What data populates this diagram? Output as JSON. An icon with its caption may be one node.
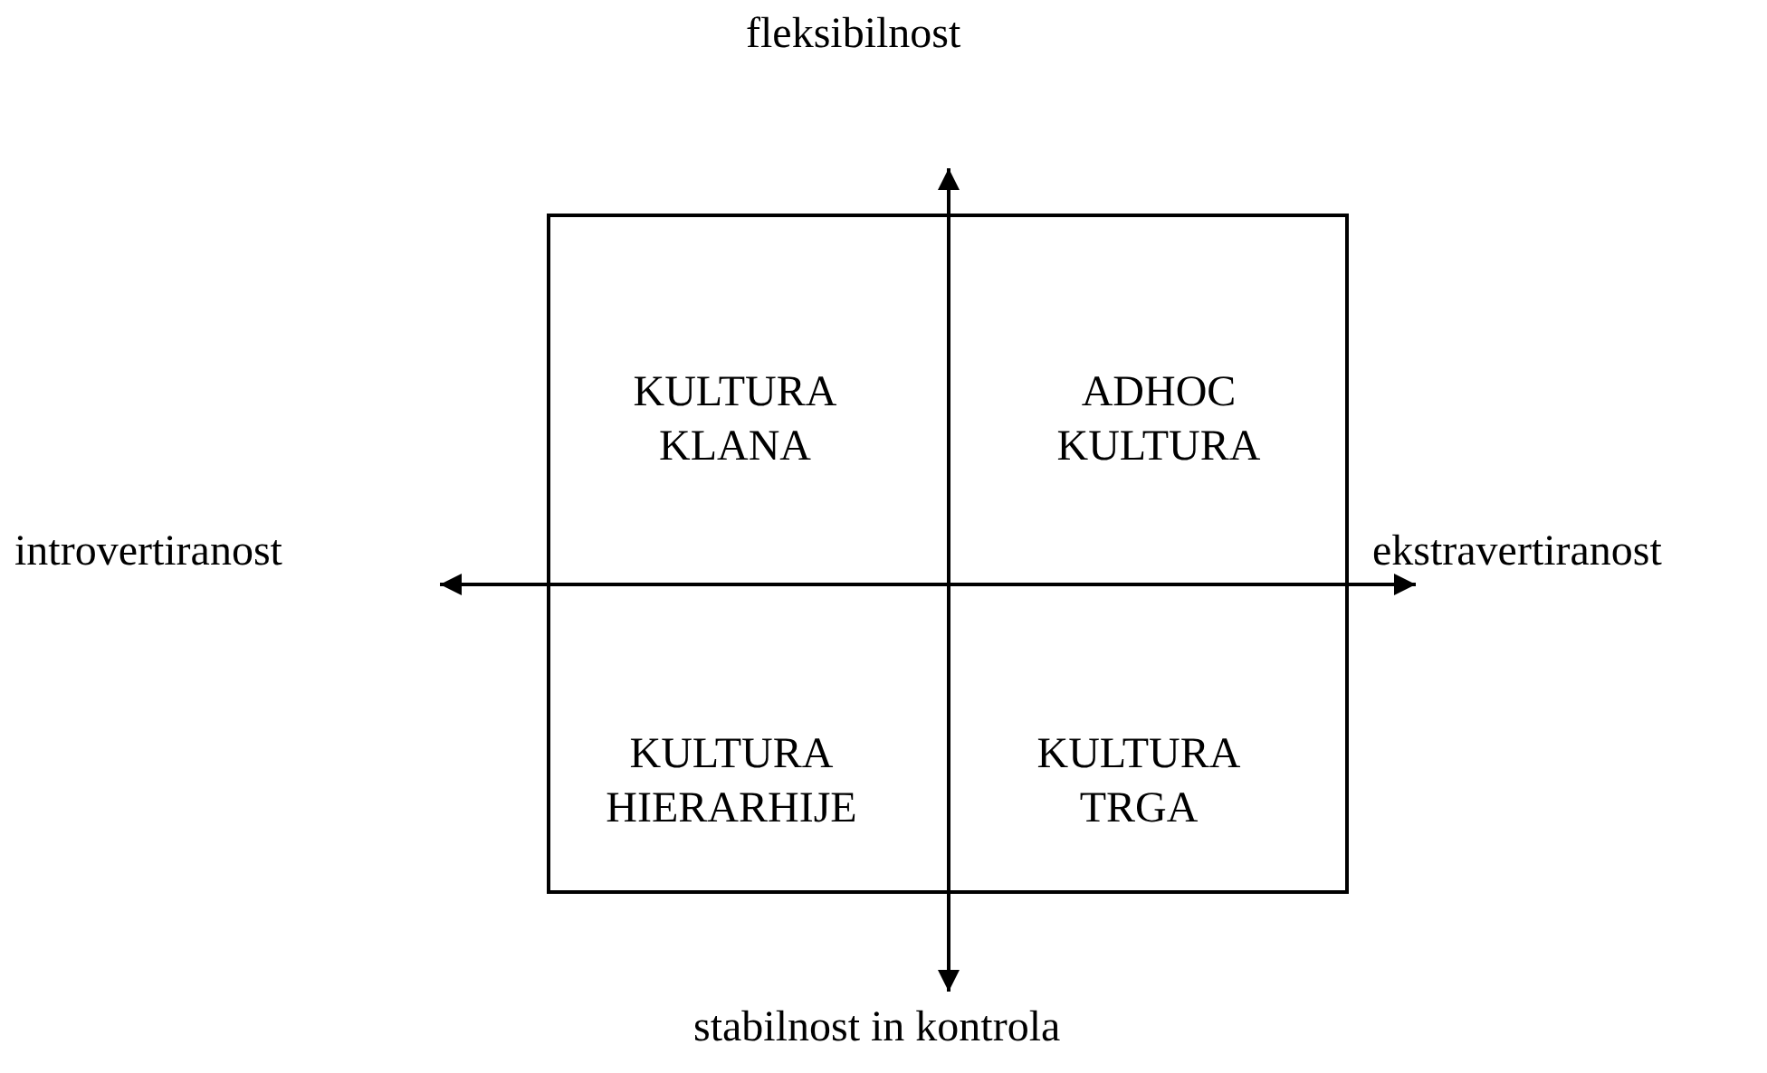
{
  "diagram": {
    "nodes": [
      {
        "text": [],
        "shape": "box"
      },
      {
        "text": [
          "KULTURA KLANA"
        ],
        "in": 0
      },
      {
        "text": [
          "ADHOC KULTURA"
        ],
        "in": 0
      },
      {
        "text": [
          "KULTURA HIERARHIJE"
        ],
        "in": 0
      },
      {
        "text": [
          "KULTURA TRGA"
        ],
        "in": 0
      }
    ],
    "edges": [],
    "labels": [
      "fleksibilnost",
      "introvertiranost",
      "ekstravertiranost",
      "stabilnost in kontrola"
    ]
  }
}
